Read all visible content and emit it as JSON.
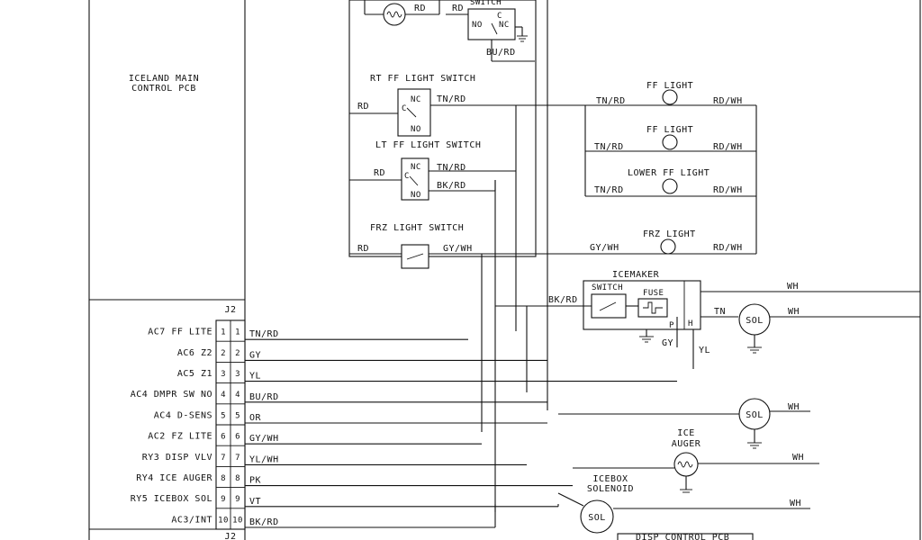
{
  "pcb": {
    "title_line1": "ICELAND MAIN",
    "title_line2": "CONTROL PCB",
    "connector": "J2",
    "connector_bottom": "J2",
    "pins": [
      {
        "label": "AC7 FF LITE",
        "num": "1",
        "pin": "1",
        "wire": "TN/RD"
      },
      {
        "label": "AC6 Z2",
        "num": "2",
        "pin": "2",
        "wire": "GY"
      },
      {
        "label": "AC5 Z1",
        "num": "3",
        "pin": "3",
        "wire": "YL"
      },
      {
        "label": "AC4 DMPR SW NO",
        "num": "4",
        "pin": "4",
        "wire": "BU/RD"
      },
      {
        "label": "AC4 D-SENS",
        "num": "5",
        "pin": "5",
        "wire": "OR"
      },
      {
        "label": "AC2 FZ LITE",
        "num": "6",
        "pin": "6",
        "wire": "GY/WH"
      },
      {
        "label": "RY3 DISP VLV",
        "num": "7",
        "pin": "7",
        "wire": "YL/WH"
      },
      {
        "label": "RY4 ICE AUGER",
        "num": "8",
        "pin": "8",
        "wire": "PK"
      },
      {
        "label": "RY5 ICEBOX SOL",
        "num": "9",
        "pin": "9",
        "wire": "VT"
      },
      {
        "label": "AC3/INT",
        "num": "10",
        "pin": "10",
        "wire": "BK/RD"
      }
    ]
  },
  "top_switch": {
    "label": "SWITCH",
    "c": "C",
    "no": "NO",
    "nc": "NC",
    "wire_left": "RD",
    "wire_top": "RD",
    "wire_down": "BU/RD"
  },
  "rt_switch": {
    "title": "RT FF LIGHT SWITCH",
    "nc": "NC",
    "c": "C",
    "no": "NO",
    "wire_in": "RD",
    "wire_out": "TN/RD"
  },
  "lt_switch": {
    "title": "LT FF LIGHT SWITCH",
    "nc": "NC",
    "c": "C",
    "no": "NO",
    "wire_in": "RD",
    "wire_nc": "TN/RD",
    "wire_no": "BK/RD"
  },
  "frz_switch": {
    "title": "FRZ LIGHT SWITCH",
    "wire_in": "RD",
    "wire_out": "GY/WH"
  },
  "lights": [
    {
      "title": "FF LIGHT",
      "left": "TN/RD",
      "right": "RD/WH"
    },
    {
      "title": "FF LIGHT",
      "left": "TN/RD",
      "right": "RD/WH"
    },
    {
      "title": "LOWER FF LIGHT",
      "left": "TN/RD",
      "right": "RD/WH"
    },
    {
      "title": "FRZ LIGHT",
      "left": "GY/WH",
      "right": "RD/WH"
    }
  ],
  "icemaker": {
    "title": "ICEMAKER",
    "switch": "SWITCH",
    "fuse": "FUSE",
    "p": "P",
    "h": "H",
    "wire_in": "BK/RD",
    "wire_gy": "GY",
    "wire_yl": "YL",
    "wire_tn": "TN",
    "wire_wh1": "WH",
    "wire_wh2": "WH"
  },
  "solenoids": [
    {
      "label": "SOL",
      "wire": "WH"
    },
    {
      "label": "SOL",
      "wire": "WH"
    },
    {
      "label": "SOL",
      "wire": "WH"
    }
  ],
  "ice_auger": {
    "title_line1": "ICE",
    "title_line2": "AUGER",
    "wire": "WH"
  },
  "icebox": {
    "title_line1": "ICEBOX",
    "title_line2": "SOLENOID"
  },
  "disp_pcb": {
    "title": "DISP CONTROL PCB"
  }
}
